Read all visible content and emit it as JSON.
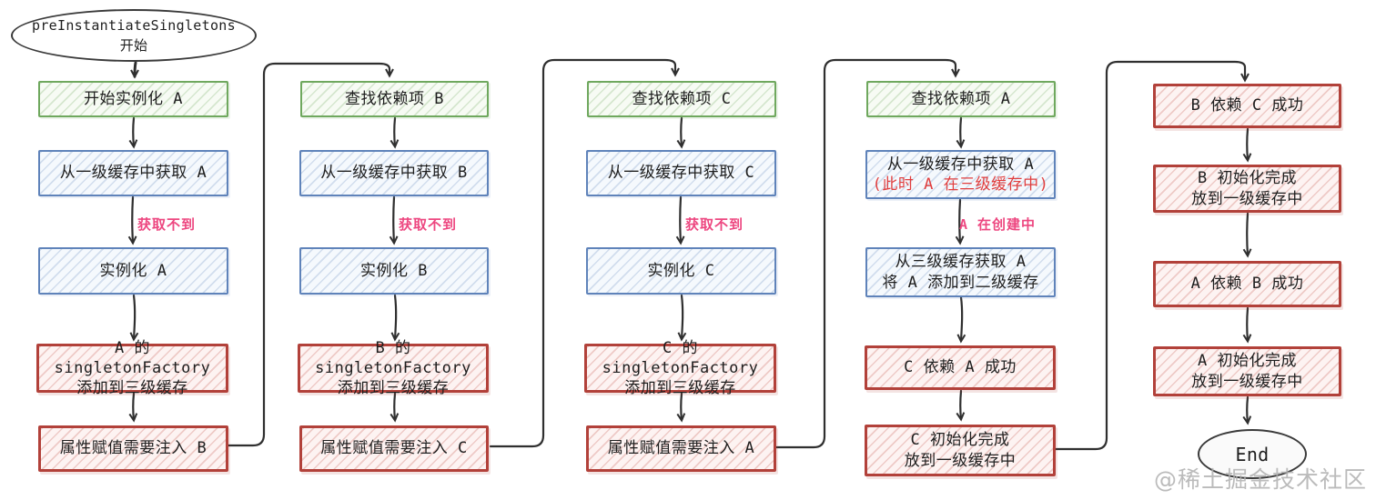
{
  "flow": {
    "start": {
      "line1": "preInstantiateSingletons",
      "line2": "开始"
    },
    "end_label": "End",
    "watermark": "@稀土掘金技术社区",
    "colors": {
      "green_border": "#6fa85e",
      "blue_border": "#5f83ba",
      "red_border": "#b2413a",
      "edge_label_pink": "#ed4780",
      "note_red": "#e03e3e",
      "ink": "#2f2f2f"
    },
    "columns": [
      {
        "edge_label": "获取不到",
        "nodes": [
          {
            "text": "开始实例化 A"
          },
          {
            "text": "从一级缓存中获取 A"
          },
          {
            "text": "实例化 A"
          },
          {
            "text": "A 的 singletonFactory\n添加到三级缓存"
          },
          {
            "text": "属性赋值需要注入 B"
          }
        ]
      },
      {
        "edge_label": "获取不到",
        "nodes": [
          {
            "text": "查找依赖项 B"
          },
          {
            "text": "从一级缓存中获取 B"
          },
          {
            "text": "实例化 B"
          },
          {
            "text": "B 的 singletonFactory\n添加到三级缓存"
          },
          {
            "text": "属性赋值需要注入 C"
          }
        ]
      },
      {
        "edge_label": "获取不到",
        "nodes": [
          {
            "text": "查找依赖项 C"
          },
          {
            "text": "从一级缓存中获取 C"
          },
          {
            "text": "实例化 C"
          },
          {
            "text": "C 的 singletonFactory\n添加到三级缓存"
          },
          {
            "text": "属性赋值需要注入 A"
          }
        ]
      },
      {
        "edge_label": "A 在创建中",
        "nodes": [
          {
            "text": "查找依赖项 A"
          },
          {
            "text": "从一级缓存中获取 A",
            "sub": "(此时 A 在三级缓存中)"
          },
          {
            "text": "从三级缓存获取 A\n将 A 添加到二级缓存"
          },
          {
            "text": "C 依赖 A 成功"
          },
          {
            "text": "C 初始化完成\n放到一级缓存中"
          }
        ]
      },
      {
        "nodes": [
          {
            "text": "B 依赖 C 成功"
          },
          {
            "text": "B 初始化完成\n放到一级缓存中"
          },
          {
            "text": "A 依赖 B 成功"
          },
          {
            "text": "A 初始化完成\n放到一级缓存中"
          }
        ]
      }
    ]
  }
}
